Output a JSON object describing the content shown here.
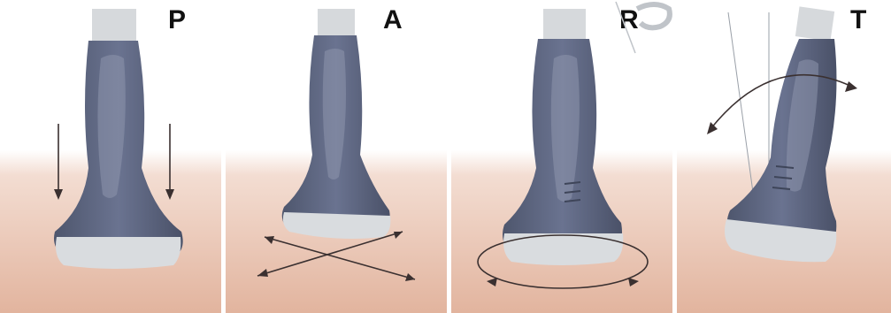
{
  "figure": {
    "panels": [
      {
        "id": "p",
        "label": "P",
        "motion": "pressure"
      },
      {
        "id": "a",
        "label": "A",
        "motion": "alignment"
      },
      {
        "id": "r",
        "label": "R",
        "motion": "rotation"
      },
      {
        "id": "t",
        "label": "T",
        "motion": "tilt"
      }
    ],
    "colors": {
      "skin_top": "#f3ddd2",
      "skin_bottom": "#e3b8a3",
      "probe_body": "#5e6780",
      "probe_highlight": "#8c94ab",
      "probe_tip": "#d9dcdf",
      "cable": "#cfd2d6",
      "arrow": "#3a3030",
      "watermark": "#c0c4c9"
    }
  }
}
